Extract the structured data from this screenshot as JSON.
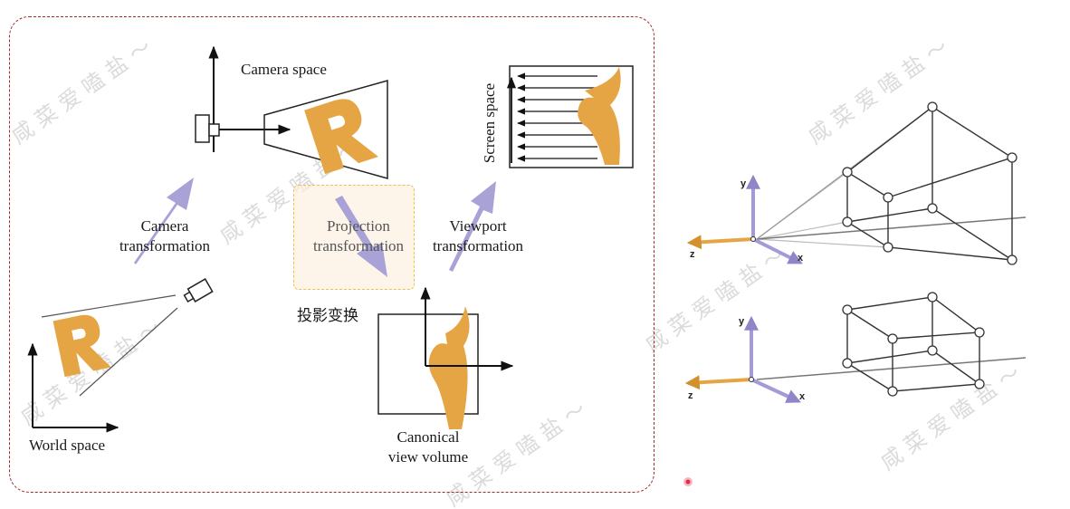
{
  "labels": {
    "camera_space": "Camera space",
    "screen_space": "Screen space",
    "camera_transformation": "Camera\ntransformation",
    "projection_transformation": "Projection\ntransformation",
    "viewport_transformation": "Viewport\ntransformation",
    "projection_cn": "投影变换",
    "canonical_view_volume": "Canonical\nview volume",
    "world_space": "World space"
  },
  "axes": {
    "x": "x",
    "y": "y",
    "z": "z"
  },
  "watermark": "咸 菜 爱 嗑 盐 ～",
  "colors": {
    "frame": "#a02a2a",
    "letter": "#e6a545",
    "arrow": "#a9a2d6",
    "projection_box": "#f0c04a",
    "y_axis": "#a49ad6",
    "z_axis": "#e6a545",
    "record_dot": "#d9304a"
  }
}
